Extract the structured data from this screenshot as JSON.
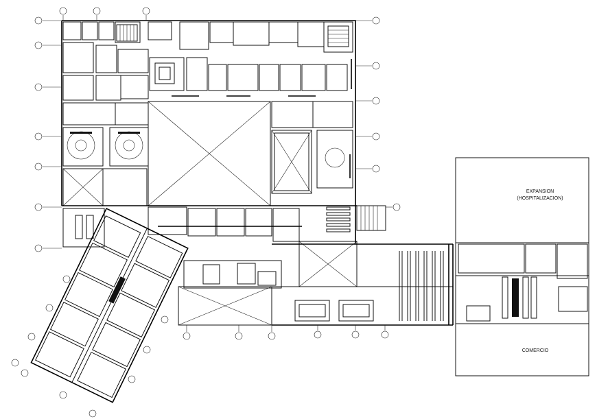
{
  "labels": {
    "expansion_line1": "EXPANSION",
    "expansion_line2": "(HOSPITALIZACION)",
    "comercio": "COMERCIO"
  },
  "colors": {
    "line": "#111111",
    "background": "#ffffff"
  }
}
